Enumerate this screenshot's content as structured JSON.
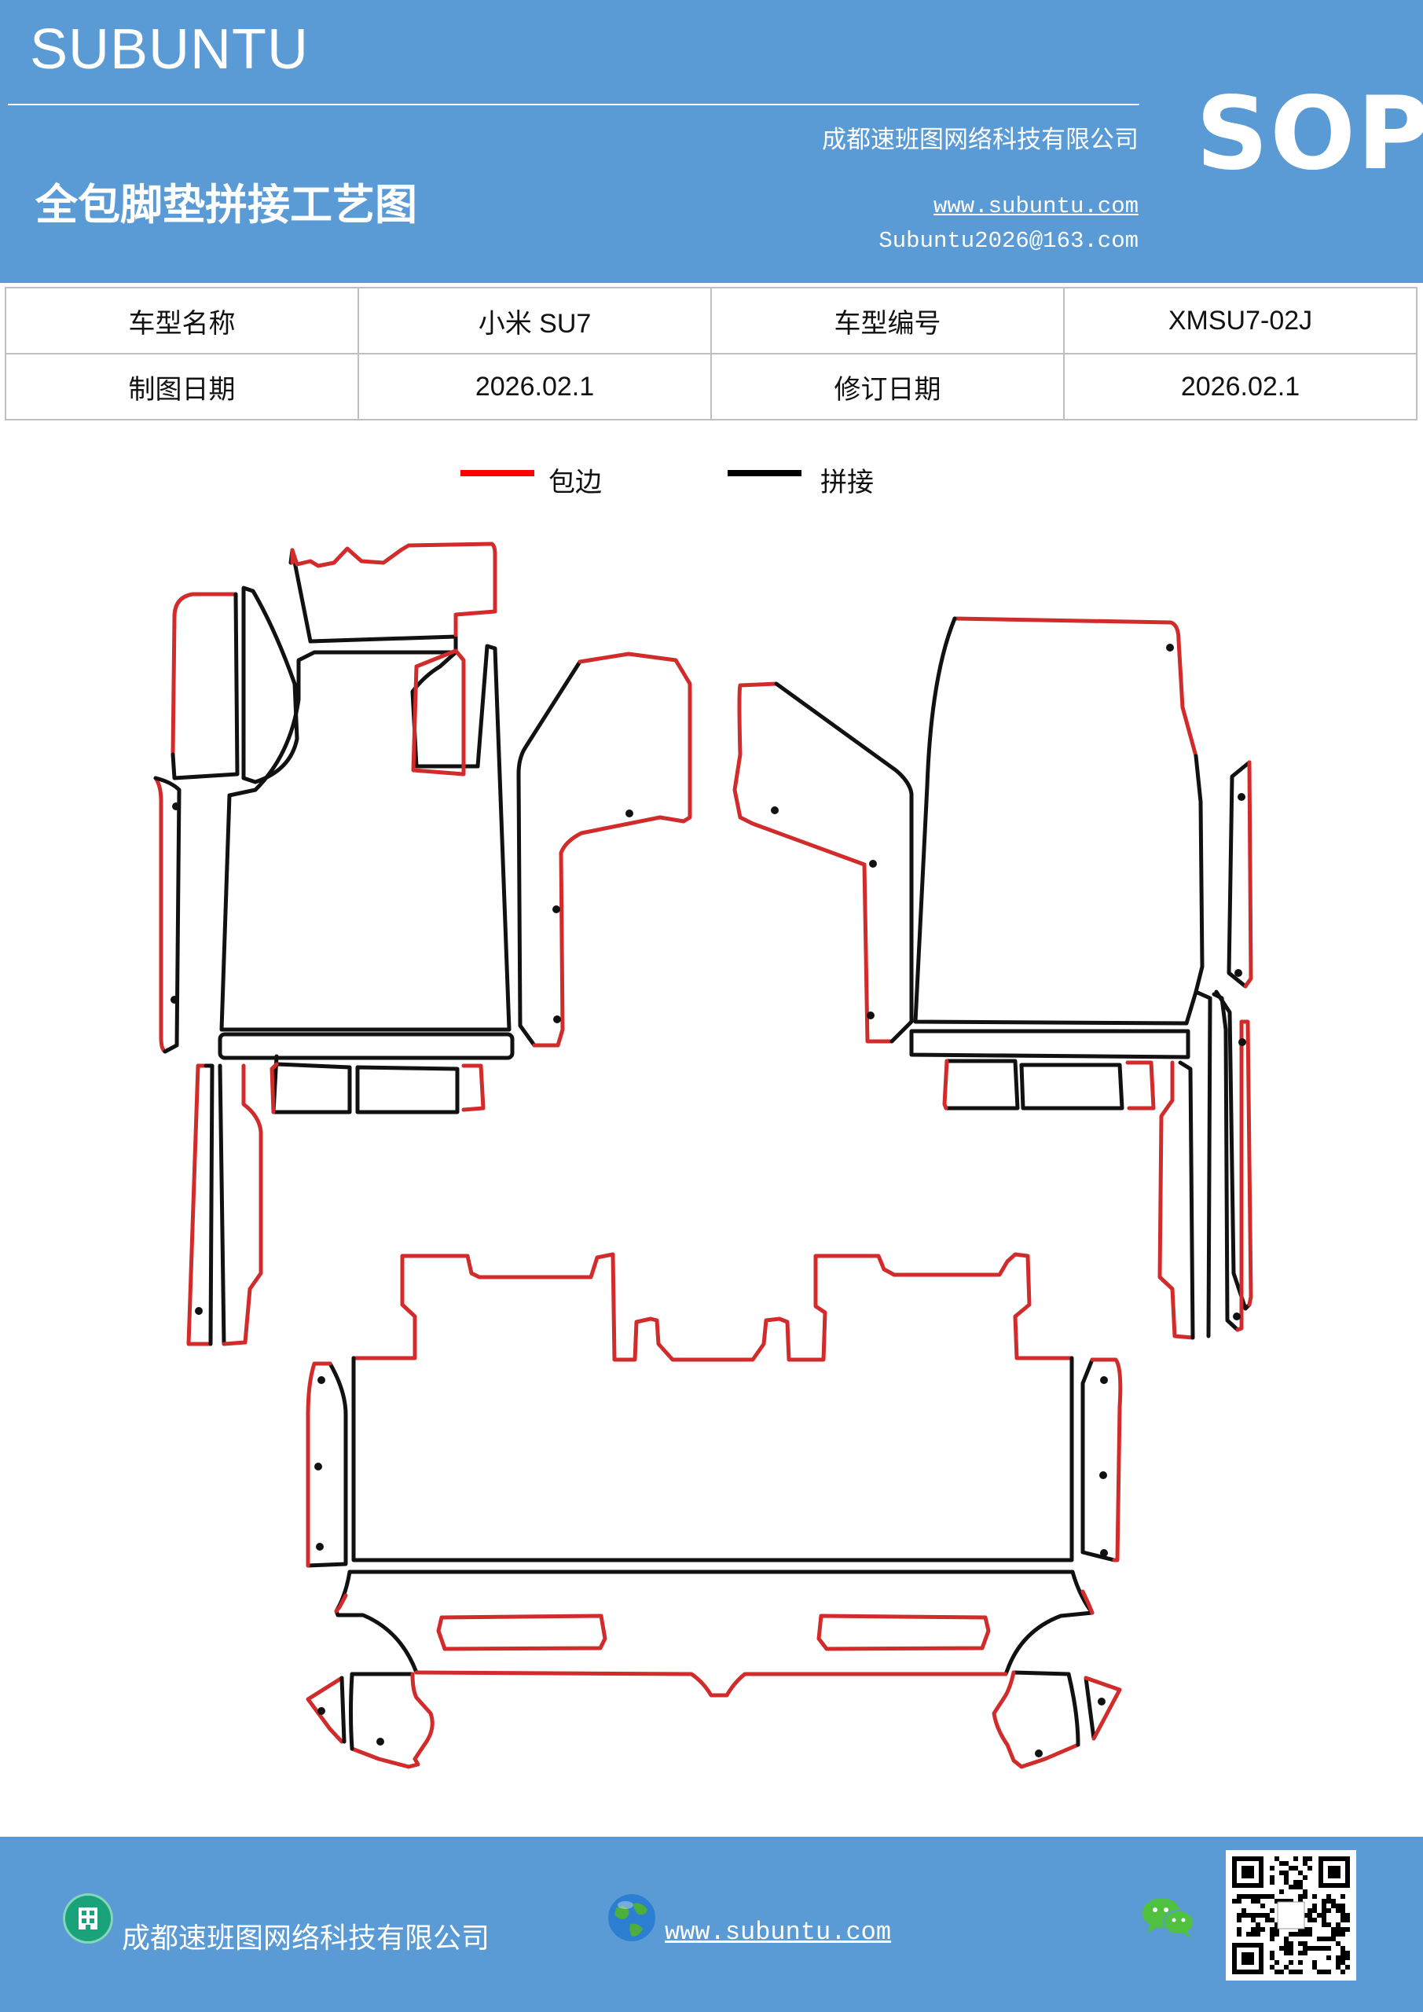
{
  "header": {
    "brand": "SUBUNTU",
    "company": "成都速班图网络科技有限公司",
    "title": "全包脚垫拼接工艺图",
    "website": "www.subuntu.com",
    "email": "Subuntu2026@163.com",
    "badge": "SOP"
  },
  "info_table": {
    "rows": [
      [
        {
          "label": "车型名称",
          "value": "小米 SU7"
        },
        {
          "label": "车型编号",
          "value": "XMSU7-02J"
        }
      ],
      [
        {
          "label": "制图日期",
          "value": "2026.02.1"
        },
        {
          "label": "修订日期",
          "value": "2026.02.1"
        }
      ]
    ]
  },
  "legend": {
    "items": [
      {
        "label": "包边",
        "color": "#ff0000"
      },
      {
        "label": "拼接",
        "color": "#000000"
      }
    ]
  },
  "colors": {
    "header_bg": "#5b9bd5",
    "edge_binding": "#d22b2b",
    "seam": "#111111"
  },
  "footer": {
    "company": "成都速班图网络科技有限公司",
    "website": "www.subuntu.com",
    "icons": [
      "building-icon",
      "globe-icon",
      "wechat-icon",
      "qr-code"
    ]
  }
}
